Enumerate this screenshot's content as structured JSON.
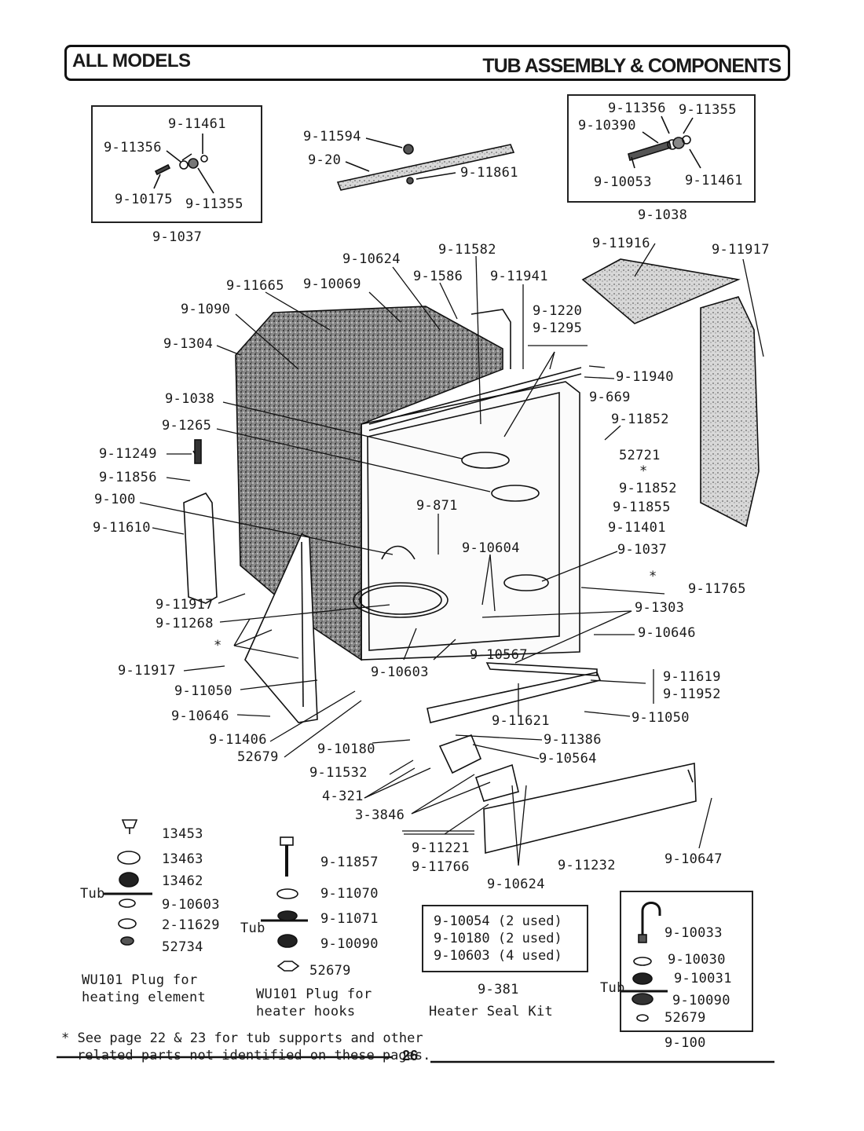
{
  "header": {
    "left": "ALL MODELS",
    "right": "TUB ASSEMBLY & COMPONENTS"
  },
  "inset_1037": {
    "labels": [
      "9-11461",
      "9-11356",
      "9-10175",
      "9-11355"
    ],
    "caption": "9-1037"
  },
  "inset_1038": {
    "labels": [
      "9-11356",
      "9-11355",
      "9-10390",
      "9-10053",
      "9-11461"
    ],
    "caption": "9-1038"
  },
  "inset_100": {
    "labels": [
      "9-10033",
      "9-10030",
      "9-10031",
      "9-10090",
      "52679"
    ],
    "tub": "Tub",
    "caption": "9-100"
  },
  "main_labels": [
    "9-11594",
    "9-20",
    "9-11861",
    "9-11582",
    "9-10624",
    "9-1586",
    "9-11941",
    "9-11665",
    "9-10069",
    "9-1090",
    "9-1304",
    "9-1220",
    "9-1295",
    "9-11916",
    "9-11917",
    "9-11940",
    "9-669",
    "9-11852",
    "52721",
    "*",
    "9-11852",
    "9-11855",
    "9-11401",
    "9-1038",
    "9-1265",
    "9-11249",
    "9-11856",
    "9-100",
    "9-11610",
    "9-871",
    "9-10604",
    "9-1037",
    "*",
    "9-11765",
    "9-1303",
    "9-10646",
    "9-11917",
    "9-11268",
    "*",
    "9-10567",
    "9-11917",
    "9-10603",
    "9-11050",
    "9-11619",
    "9-11952",
    "9-10646",
    "9-11621",
    "9-11050",
    "9-11406",
    "52679",
    "9-10180",
    "9-11386",
    "9-10564",
    "9-11532",
    "4-321",
    "3-3846",
    "9-11221",
    "9-11766",
    "9-11232",
    "9-10647",
    "9-10624"
  ],
  "plug_heating": {
    "labels": [
      "13453",
      "13463",
      "13462",
      "9-10603",
      "2-11629",
      "52734"
    ],
    "tub": "Tub",
    "caption_line1": "WU101 Plug for",
    "caption_line2": "heating element"
  },
  "plug_hooks": {
    "labels": [
      "9-11857",
      "9-11070",
      "9-11071",
      "9-10090",
      "52679"
    ],
    "tub": "Tub",
    "caption_line1": "WU101 Plug for",
    "caption_line2": "heater hooks"
  },
  "seal_kit": {
    "lines": [
      "9-10054 (2 used)",
      "9-10180 (2 used)",
      "9-10603 (4 used)"
    ],
    "number": "9-381",
    "caption": "Heater Seal Kit"
  },
  "footnote": {
    "line1": "* See page 22 & 23 for tub supports and other",
    "line2": "related parts not identified on these pages."
  },
  "page_number": "26"
}
